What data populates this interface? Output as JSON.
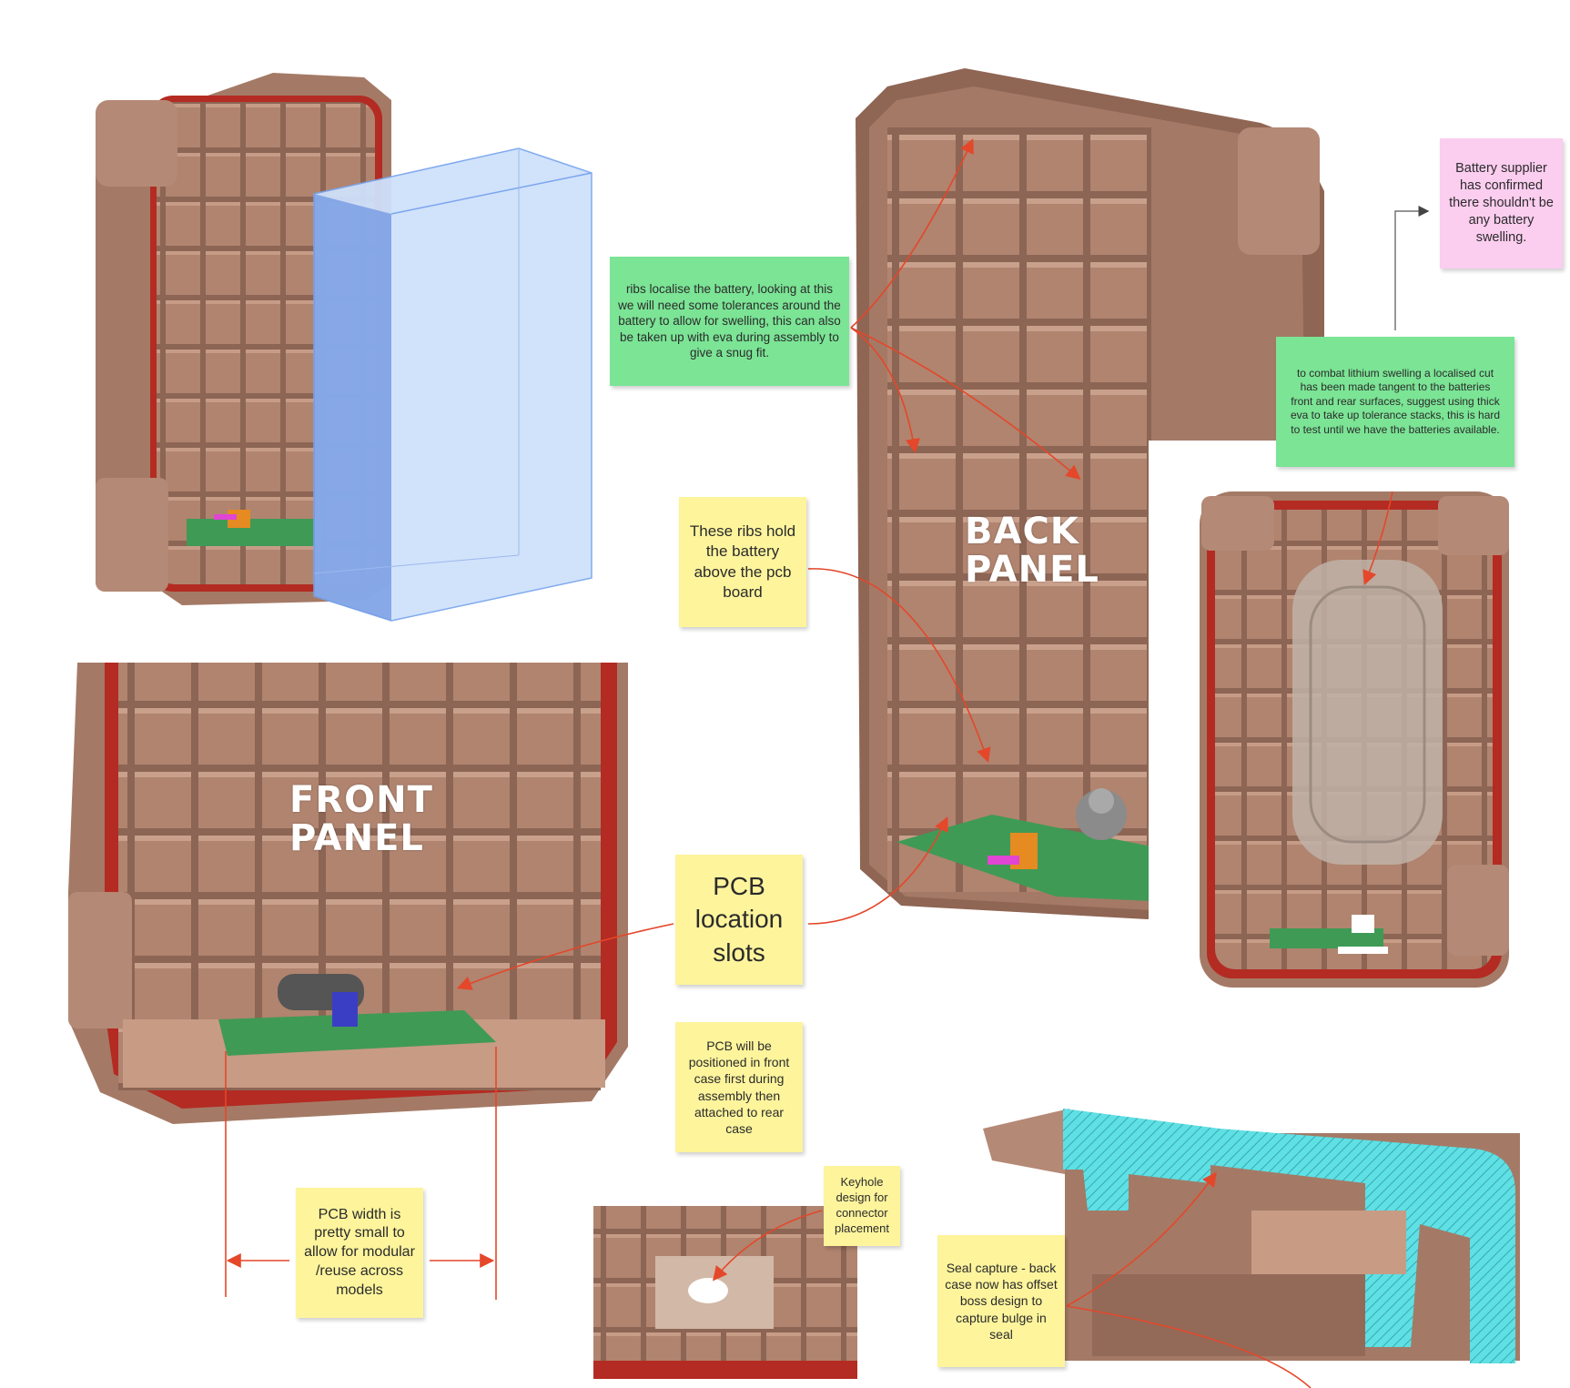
{
  "labels": {
    "back_panel": [
      "BACK",
      "PANEL"
    ],
    "front_panel": [
      "FRONT",
      "PANEL"
    ]
  },
  "notes": {
    "ribs_localise": "ribs localise the battery, looking at this we will need some tolerances around the battery to allow for swelling, this can also be taken up with eva during assembly to give a snug fit.",
    "battery_supplier": "Battery supplier has confirmed there shouldn't be any battery swelling.",
    "lithium_swelling": "to combat lithium swelling a localised cut has been made tangent to the batteries front and rear surfaces, suggest using thick eva to take up tolerance stacks, this is hard to test until we have the batteries available.",
    "ribs_hold": "These ribs hold the battery above the pcb board",
    "pcb_slots": "PCB location slots",
    "pcb_positioned": "PCB will be positioned in front case first during assembly then attached to rear case",
    "pcb_width": "PCB width is pretty small to allow for modular /reuse across models",
    "keyhole": "Keyhole design for connector placement",
    "seal_capture": "Seal capture - back case now has offset boss design to capture bulge in seal"
  },
  "colors": {
    "case": "#a47a66",
    "case_dark": "#6f4e3f",
    "seal": "#b32b22",
    "pcb": "#3f9a55",
    "battery": "#7aa6ee",
    "section": "#5ee0e4",
    "arrow": "#e4472a"
  }
}
